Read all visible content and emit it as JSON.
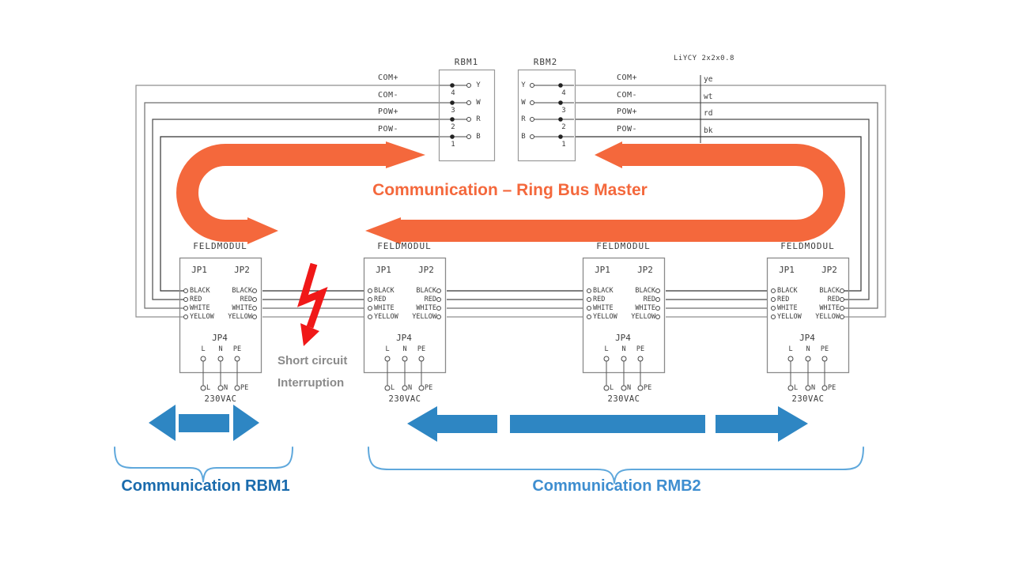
{
  "ring": {
    "title": "Communication – Ring Bus Master"
  },
  "rbm1": {
    "name": "RBM1",
    "signals": [
      "COM+",
      "COM-",
      "POW+",
      "POW-"
    ],
    "pins": [
      "Y",
      "W",
      "R",
      "B"
    ],
    "numbers": [
      "4",
      "3",
      "2",
      "1"
    ]
  },
  "rbm2": {
    "name": "RBM2",
    "signals": [
      "COM+",
      "COM-",
      "POW+",
      "POW-"
    ],
    "pins": [
      "Y",
      "W",
      "R",
      "B"
    ],
    "numbers": [
      "4",
      "3",
      "2",
      "1"
    ]
  },
  "cable": {
    "type": "LiYCY 2x2x0.8",
    "wire_labels": [
      "ye",
      "wt",
      "rd",
      "bk"
    ]
  },
  "feldmodul": {
    "title": "FELDMODUL",
    "jp1": "JP1",
    "jp2": "JP2",
    "jp4": "JP4",
    "wire_colors": [
      "BLACK",
      "RED",
      "WHITE",
      "YELLOW"
    ],
    "power_pins": [
      "L",
      "N",
      "PE"
    ],
    "voltage": "230VAC",
    "count": 4
  },
  "annotations": {
    "short_circuit": "Short circuit",
    "interruption": "Interruption"
  },
  "legend": {
    "rbm1": "Communication RBM1",
    "rmb2": "Communication RMB2"
  },
  "colors": {
    "ring_orange": "#F4683C",
    "power_blue": "#2E86C3",
    "brace_blue": "#5FA8DC",
    "legend_dark_blue": "#1A6BAD",
    "legend_light_blue": "#3E8ED0",
    "fault_red": "#F01818",
    "annotation_gray": "#8A8A8A",
    "wire_black": "#333333",
    "wire_gray": "#8F8F8F"
  }
}
